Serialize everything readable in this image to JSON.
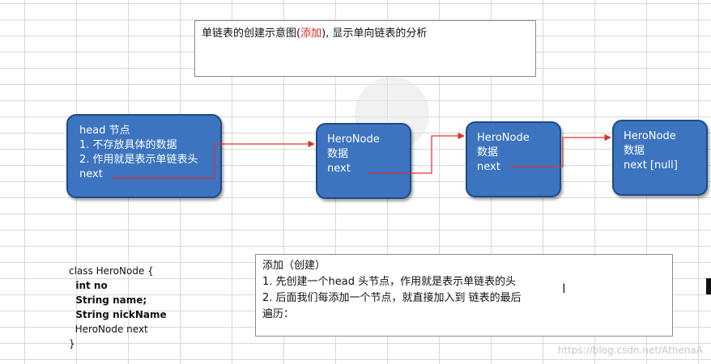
{
  "title": {
    "prefix": "单链表的创建示意图(",
    "highlight": "添加",
    "suffix": "), 显示单向链表的分析"
  },
  "head_node": {
    "lines": [
      "head 节点",
      "1. 不存放具体的数据",
      "2. 作用就是表示单链表头",
      "next"
    ]
  },
  "nodes": [
    {
      "lines": [
        "HeroNode",
        "数据",
        "next"
      ]
    },
    {
      "lines": [
        "HeroNode",
        "数据",
        "next"
      ]
    },
    {
      "lines": [
        "HeroNode",
        "数据",
        "next [null]"
      ]
    }
  ],
  "code": {
    "lines": [
      "class HeroNode {",
      "  int no",
      "  String name;",
      "  String nickName",
      "  HeroNode next",
      "}"
    ]
  },
  "add_box": {
    "lines": [
      "添加（创建）",
      "1. 先创建一个head 头节点，作用就是表示单链表的头",
      "2. 后面我们每添加一个节点，就直接加入到 链表的最后",
      "遍历："
    ]
  },
  "cursor": "I",
  "watermark": "https://blog.csdn.net/AthenaA",
  "colors": {
    "node_fill": "#3c74c0",
    "node_border": "#1e4a86",
    "arrow": "#e03030",
    "highlight": "#e02020"
  }
}
